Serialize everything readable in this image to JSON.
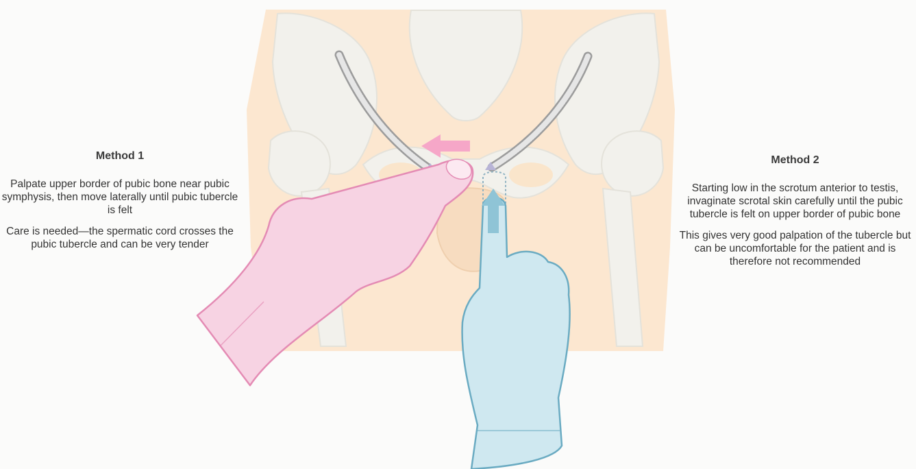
{
  "method1": {
    "title": "Method 1",
    "paragraphs": [
      "Palpate upper border of pubic bone near pubic symphysis, then move laterally until pubic tubercle is felt",
      "Care is needed—the spermatic cord crosses the pubic tubercle and can be very tender"
    ]
  },
  "method2": {
    "title": "Method 2",
    "paragraphs": [
      "Starting low in the scrotum anterior to testis, invaginate scrotal skin carefully until the pubic tubercle is felt on upper border of pubic bone",
      "This gives very good palpation of the tubercle but can be uncomfortable for the patient and is therefore not recommended"
    ]
  },
  "colors": {
    "skin": "#fbe3c8",
    "bone": "#f2f1ec",
    "ligament": "#9c9c9c",
    "glove_left": "#f7d3e3",
    "glove_left_outline": "#e48bb4",
    "glove_right": "#cfe8f0",
    "glove_right_outline": "#6aabc2",
    "arrow_left": "#f6a7c8",
    "arrow_right": "#8fc4d6",
    "tubercle": "#b8b4d6"
  }
}
